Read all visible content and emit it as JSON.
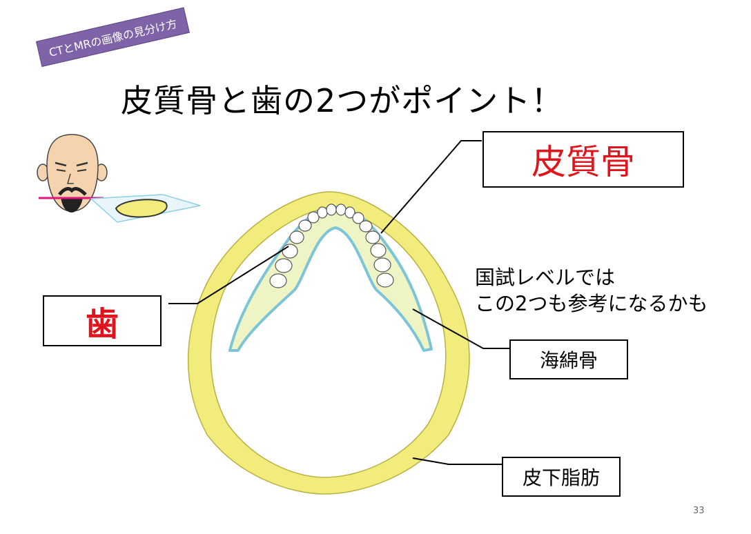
{
  "tag": "CTとMRの画像の見分け方",
  "title": "皮質骨と歯の2つがポイント！",
  "labels": {
    "cortical_bone": "皮質骨",
    "tooth": "歯",
    "cancellous_bone": "海綿骨",
    "subcutaneous_fat": "皮下脂肪"
  },
  "note": {
    "line1": "国試レベルでは",
    "line2": "この2つも参考になるかも"
  },
  "page_number": "33",
  "colors": {
    "fat": "#f1ec7c",
    "fat_edge": "#b8b040",
    "bone_outline": "#7cc4d8",
    "cancellous": "#eef4c4",
    "label_red": "#e0141c",
    "tag_purple": "#7f63a8",
    "scan_line": "#e0147a"
  }
}
